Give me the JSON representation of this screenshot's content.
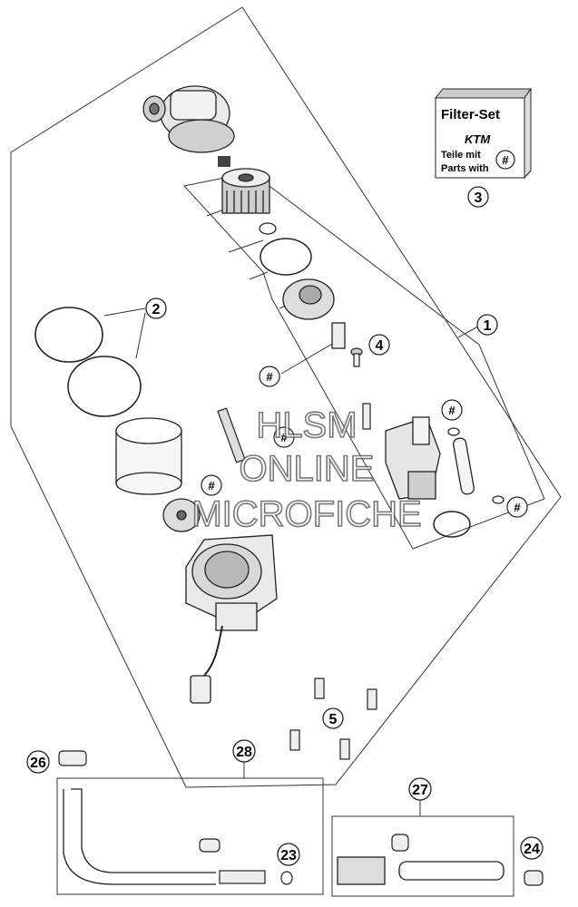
{
  "filter_set": {
    "title": "Filter-Set",
    "brand": "KTM",
    "line1": "Teile mit",
    "line2": "Parts with",
    "symbol": "#"
  },
  "watermark": {
    "line1": "HLSM",
    "line2": "ONLINE",
    "line3": "MICROFICHE"
  },
  "callouts": {
    "c1": "1",
    "c2": "2",
    "c3": "3",
    "c4": "4",
    "c5": "5",
    "c23": "23",
    "c24": "24",
    "c26": "26",
    "c27": "27",
    "c28": "28"
  },
  "hash_symbol": "#"
}
